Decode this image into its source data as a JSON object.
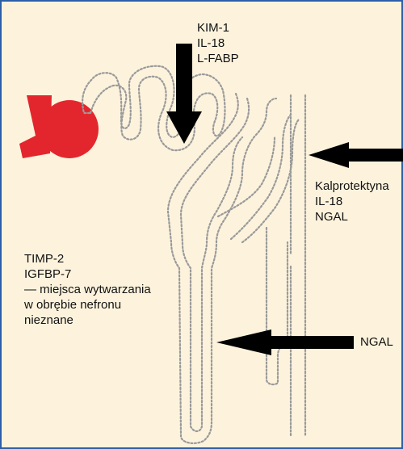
{
  "labels": {
    "top": [
      "KIM-1",
      "IL-18",
      "L-FABP"
    ],
    "right": [
      "Kalprotektyna",
      "IL-18",
      "NGAL"
    ],
    "left": [
      "TIMP-2",
      "IGFBP-7",
      "— miejsca wytwarzania",
      "w obrębie nefronu",
      "nieznane"
    ],
    "bottom_right": "NGAL"
  },
  "colors": {
    "background": "#fdf3dd",
    "border": "#2d5ea8",
    "glomerulus": "#e3262d",
    "tubule": "#9a9a9a",
    "arrow": "#000000"
  }
}
